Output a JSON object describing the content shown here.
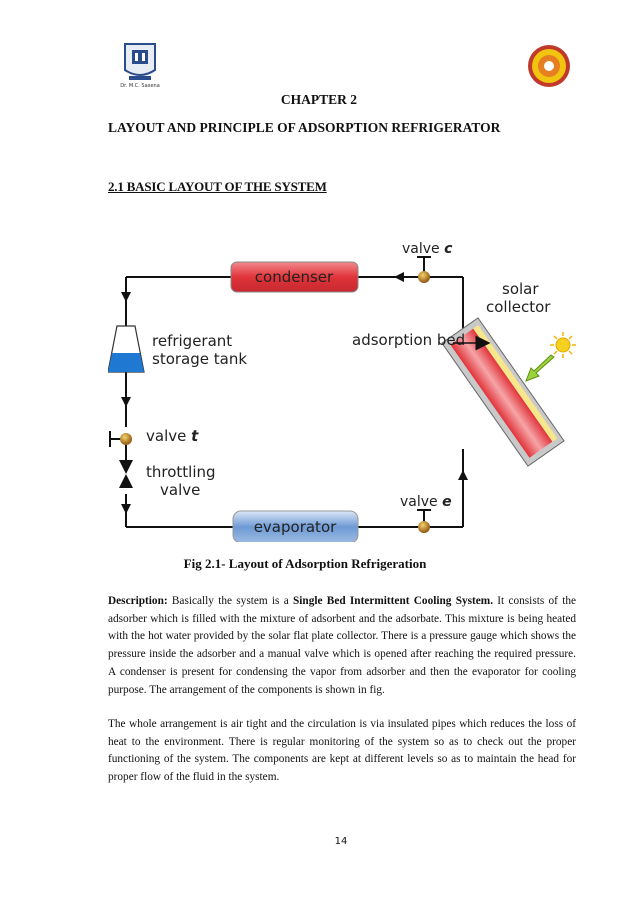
{
  "header": {
    "left_logo_text": "Dr. M.C. Saxena",
    "chapter": "CHAPTER 2",
    "title": "LAYOUT AND PRINCIPLE OF ADSORPTION REFRIGERATOR"
  },
  "section": {
    "heading": "2.1 BASIC LAYOUT OF THE SYSTEM"
  },
  "diagram": {
    "condenser": "condenser",
    "evaporator": "evaporator",
    "valve_c_word": "valve",
    "valve_c_letter": "c",
    "valve_e_word": "valve",
    "valve_e_letter": "e",
    "valve_t_word": "valve",
    "valve_t_letter": "t",
    "solar_line1": "solar",
    "solar_line2": "collector",
    "adsorption_bed": "adsorption bed",
    "tank_line1": "refrigerant",
    "tank_line2": "storage tank",
    "throttling_line1": "throttling",
    "throttling_line2": "valve",
    "colors": {
      "condenser": "#e0343a",
      "evaporator": "#6e9ad4",
      "valve": "#b8860b",
      "pipe": "#111111"
    }
  },
  "caption": "Fig 2.1- Layout of Adsorption Refrigeration",
  "description": {
    "label": "Description:",
    "intro": " Basically the system is a ",
    "bold_phrase": "Single Bed Intermittent Cooling System.",
    "rest": " It consists of the adsorber which is filled with the mixture of adsorbent and the adsorbate. This mixture is being heated with the hot water provided by the solar flat plate collector. There is a pressure gauge which shows the pressure inside the adsorber and a manual valve which is opened after reaching the required pressure. A condenser is present for condensing the vapor from adsorber and then the evaporator for cooling purpose. The arrangement of the components is shown in fig.",
    "para2": "The whole arrangement is air tight and the circulation is via insulated pipes which reduces the loss of heat to the environment. There is regular monitoring of the system so as to check out the proper functioning of the system. The components are kept at different levels so as to maintain the head for proper flow of the fluid in the system."
  },
  "page_number": "14"
}
